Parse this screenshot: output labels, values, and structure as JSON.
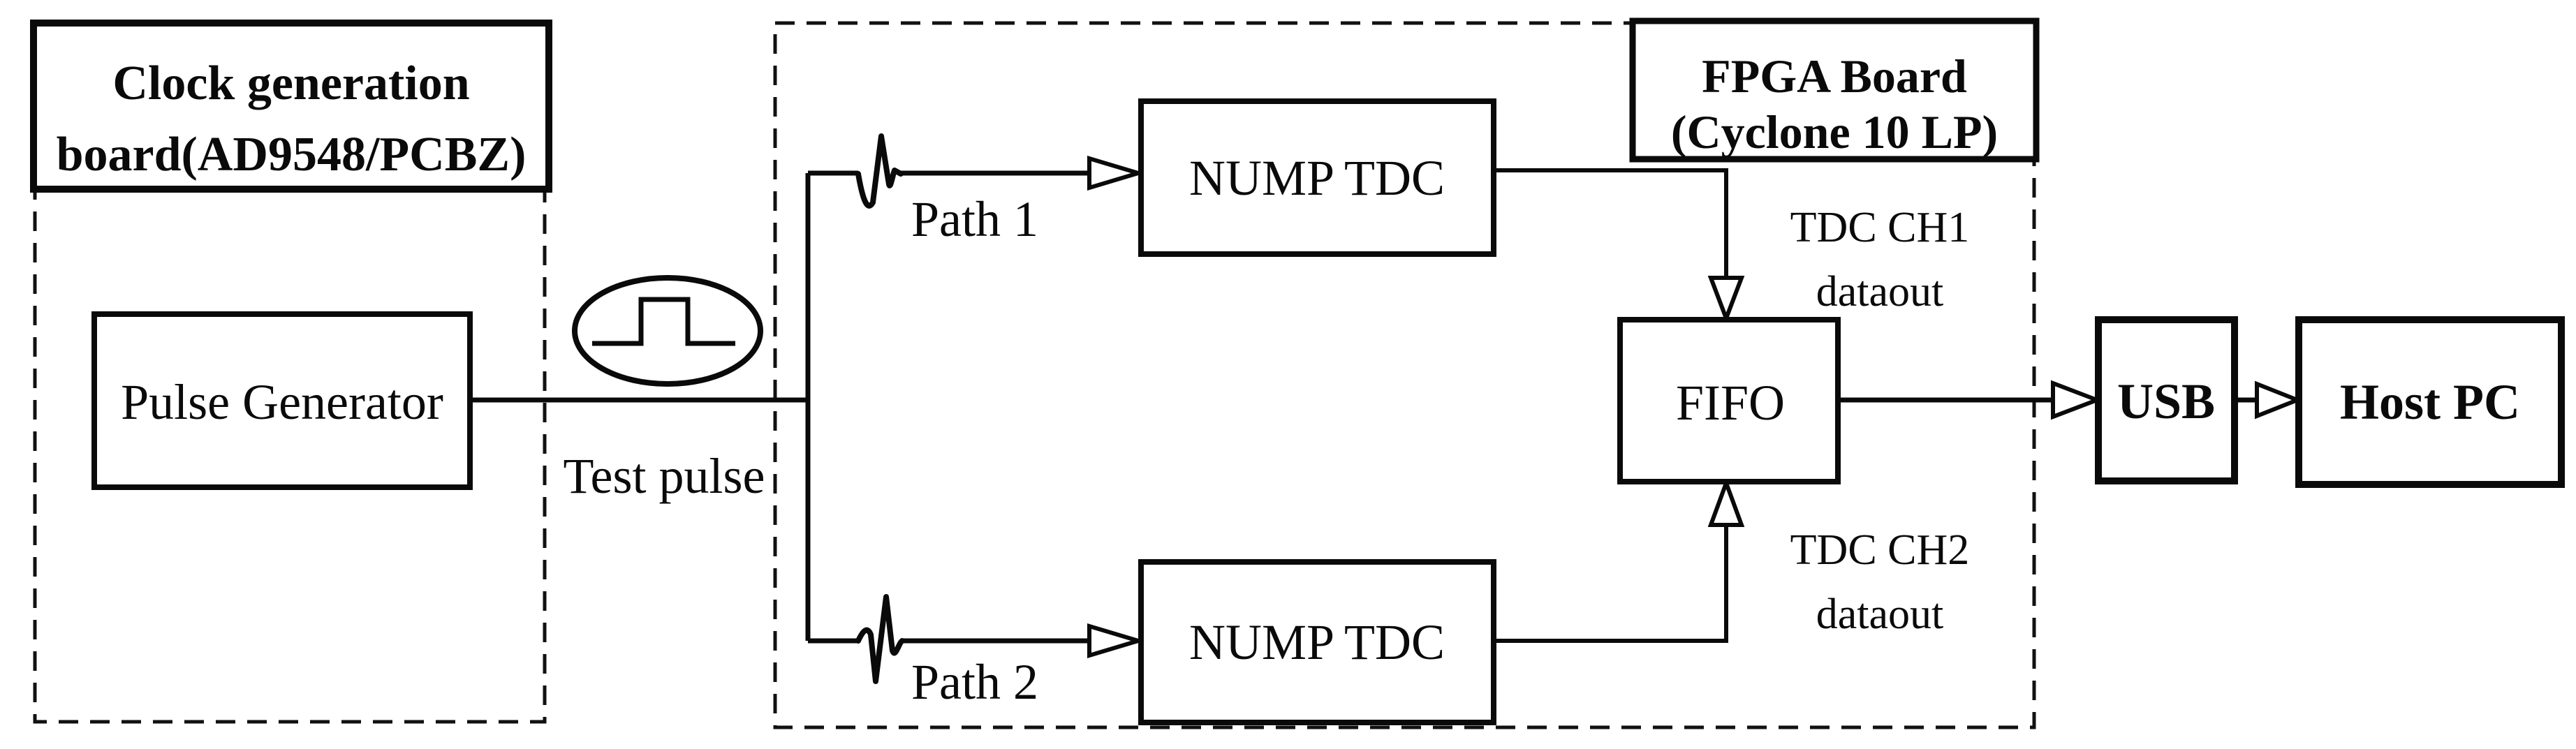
{
  "colors": {
    "ink": "#0a0a0a",
    "background": "#ffffff"
  },
  "clock_board": {
    "title_line1": "Clock generation",
    "title_line2": "board(AD9548/PCBZ)",
    "pulse_generator_label": "Pulse Generator"
  },
  "test_pulse_label": "Test pulse",
  "fpga_board": {
    "title_line1": "FPGA Board",
    "title_line2": "(Cyclone 10 LP)",
    "nump_tdc_ch1_label": "NUMP TDC",
    "nump_tdc_ch2_label": "NUMP TDC",
    "fifo_label": "FIFO",
    "path1_label": "Path 1",
    "path2_label": "Path 2",
    "tdc_ch1_line1": "TDC CH1",
    "tdc_ch1_line2": "dataout",
    "tdc_ch2_line1": "TDC CH2",
    "tdc_ch2_line2": "dataout"
  },
  "usb_label": "USB",
  "host_pc_label": "Host PC"
}
